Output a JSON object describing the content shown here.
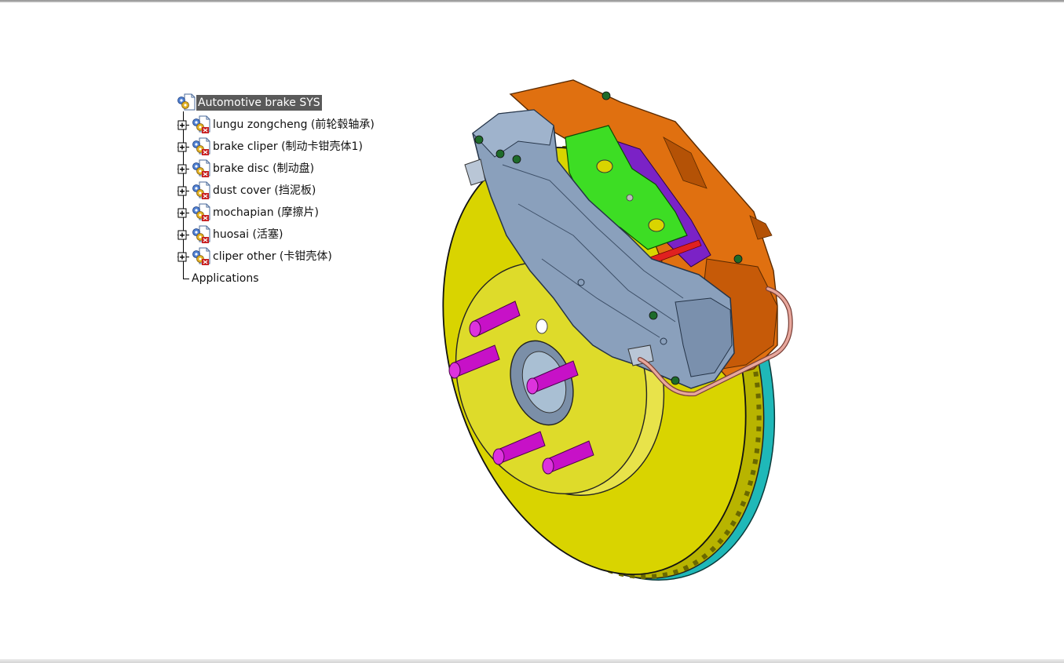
{
  "tree": {
    "root": {
      "label": "Automotive brake SYS",
      "icon": "product-assembly-icon"
    },
    "children": [
      {
        "label": "lungu zongcheng (前轮毂轴承)",
        "icon": "part-instance-icon"
      },
      {
        "label": "brake cliper (制动卡钳壳体1)",
        "icon": "part-instance-icon"
      },
      {
        "label": "brake disc (制动盘)",
        "icon": "part-instance-icon"
      },
      {
        "label": "dust cover (挡泥板)",
        "icon": "part-instance-icon"
      },
      {
        "label": "mochapian (摩擦片)",
        "icon": "part-instance-icon"
      },
      {
        "label": "huosai (活塞)",
        "icon": "part-instance-icon"
      },
      {
        "label": "cliper other (卡钳壳体)",
        "icon": "part-instance-icon"
      }
    ],
    "applications": {
      "label": "Applications"
    }
  },
  "viewport": {
    "model": "brake-assembly-3d-model",
    "colors": {
      "disc": "#d9d400",
      "disc_edge": "#1fb8b8",
      "caliper_inner": "#8aa0bc",
      "caliper_outer": "#e07010",
      "bracket": "#33dd22",
      "pads": "#8822cc",
      "studs": "#cc11cc",
      "brake_line": "#d9958a"
    }
  }
}
